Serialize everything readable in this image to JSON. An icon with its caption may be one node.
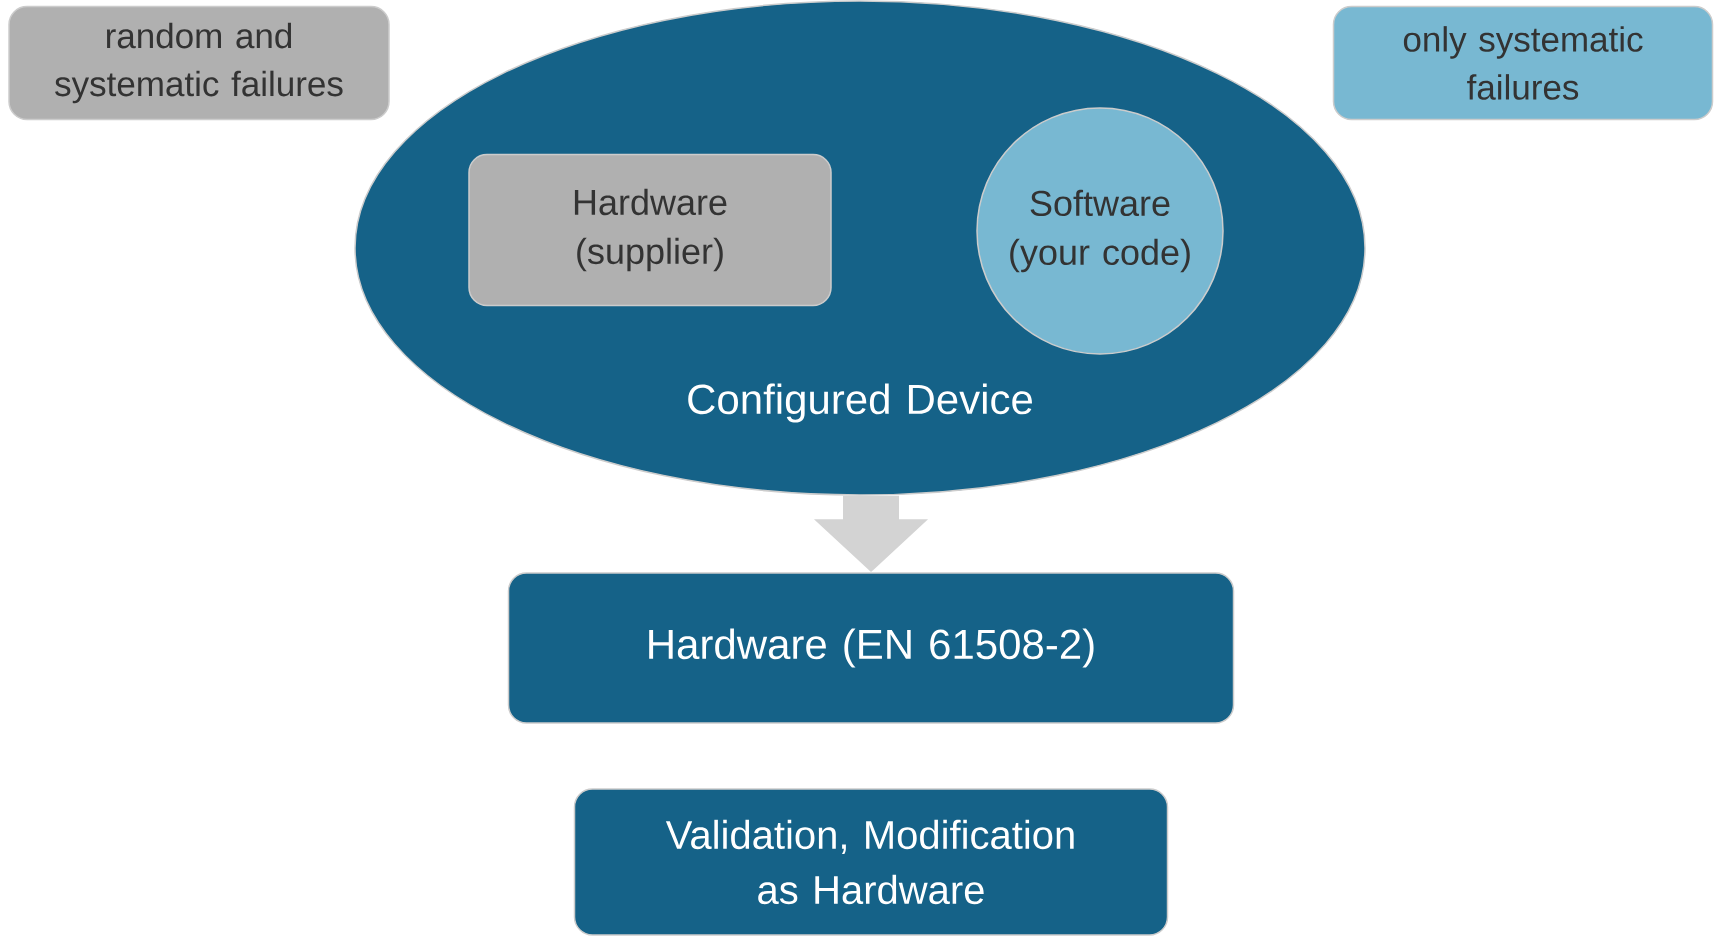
{
  "diagram": {
    "nodes": [
      {
        "text": [
          "random and systematic failures"
        ]
      },
      {
        "text": [
          "only systematic failures"
        ]
      },
      {
        "text": [
          "Configured Device"
        ]
      },
      {
        "text": [
          "Hardware (supplier)"
        ],
        "in": 2
      },
      {
        "text": [
          "Software (your code)"
        ],
        "in": 2
      },
      {
        "text": [
          "Hardware (EN 61508-2)"
        ]
      },
      {
        "text": [
          "Validation, Modification as Hardware"
        ]
      }
    ],
    "edges": [
      {
        "from": 2,
        "to": 5,
        "arrow": "to"
      }
    ]
  }
}
